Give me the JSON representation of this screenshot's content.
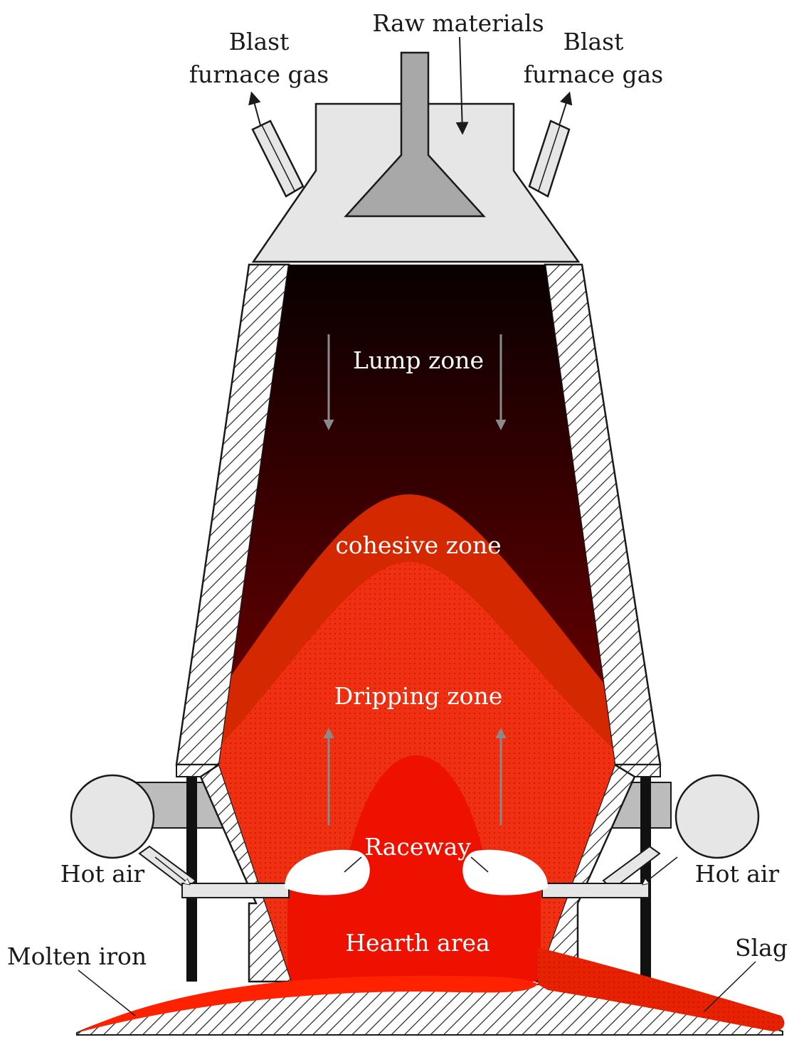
{
  "labels": {
    "raw_materials": "Raw materials",
    "bf_gas_left_1": "Blast",
    "bf_gas_left_2": "furnace gas",
    "bf_gas_right_1": "Blast",
    "bf_gas_right_2": "furnace gas",
    "lump_zone": "Lump zone",
    "cohesive_zone": "cohesive zone",
    "dripping_zone": "Dripping zone",
    "raceway": "Raceway",
    "hearth_area": "Hearth area",
    "hot_air_left": "Hot air",
    "hot_air_right": "Hot air",
    "molten_iron": "Molten iron",
    "slag": "Slag"
  },
  "colors": {
    "shaft_top": "#080000",
    "shaft_bottom": "#a00000",
    "cohesive": "#d42800",
    "dripping": "#f03010",
    "hearth": "#ee1100",
    "molten": "#ff2200",
    "hood": "#e6e6e6",
    "hopper": "#a8a8a8",
    "outline": "#1a1a1a",
    "arrow_grey": "#8a8a8a"
  }
}
